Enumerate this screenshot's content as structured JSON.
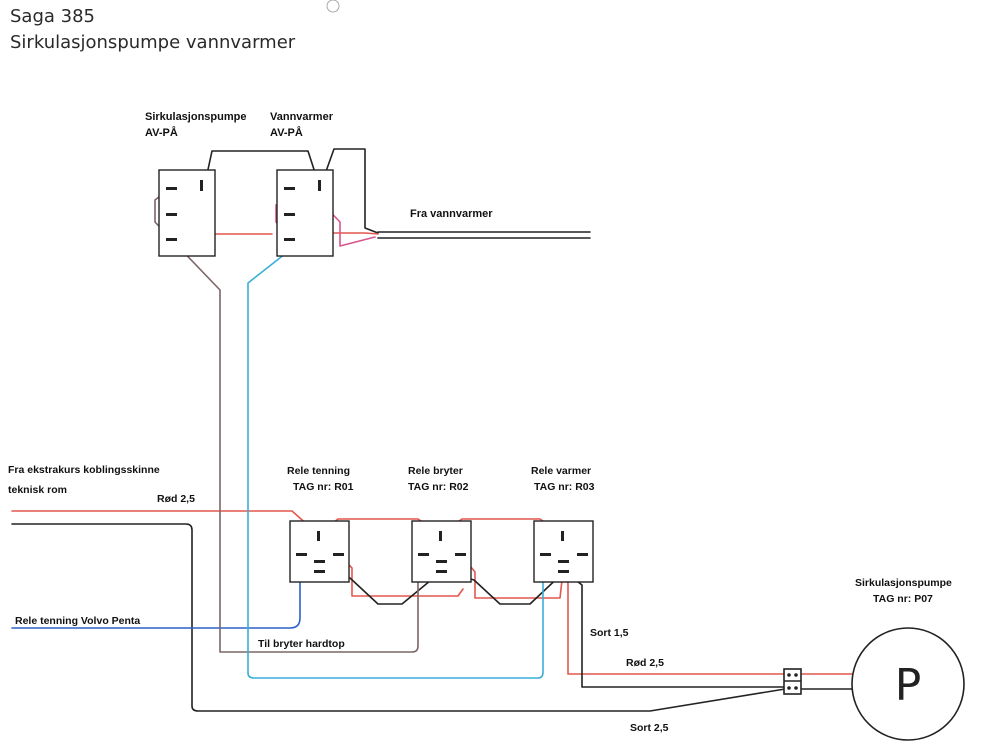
{
  "diagram": {
    "title": "Saga 385",
    "subtitle": "Sirkulasjonspumpe vannvarmer",
    "switch_pump": {
      "label_1": "Sirkulasjonspumpe",
      "label_2": "AV-PÅ"
    },
    "switch_heater": {
      "label_1": "Vannvarmer",
      "label_2": "AV-PÅ"
    },
    "from_heater": "Fra vannvarmer",
    "source": {
      "label_1": "Fra ekstrakurs koblingsskinne",
      "label_2": "teknisk rom"
    },
    "red_main": "Rød 2,5",
    "volvo": "Rele tenning Volvo Penta",
    "hardtop": "Til bryter hardtop",
    "relay_ignition": {
      "label_1": "Rele tenning",
      "label_2": "TAG nr: R01"
    },
    "relay_switch": {
      "label_1": "Rele bryter",
      "label_2": "TAG nr: R02"
    },
    "relay_heater": {
      "label_1": "Rele varmer",
      "label_2": "TAG nr: R03"
    },
    "pump": {
      "label_1": "Sirkulasjonspumpe",
      "label_2": "TAG nr: P07",
      "symbol": "P"
    },
    "black_15": "Sort 1,5",
    "red_25": "Rød 2,5",
    "black_25": "Sort 2,5",
    "colors": {
      "red": "#e4574f",
      "black": "#222222",
      "blue": "#3aaed8",
      "brown": "#7d6666",
      "pink": "#d9558c",
      "blue_dark": "#2b62c9"
    }
  }
}
